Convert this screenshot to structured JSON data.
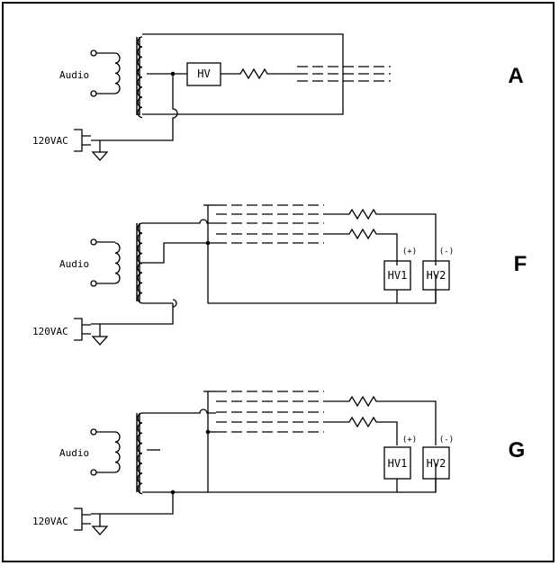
{
  "panels": [
    {
      "id": "A",
      "label": "A",
      "audio_label": "Audio",
      "mains_label": "120VAC",
      "hv_label": "HV"
    },
    {
      "id": "F",
      "label": "F",
      "audio_label": "Audio",
      "mains_label": "120VAC",
      "hv1_label": "HV1",
      "hv2_label": "HV2",
      "pos_label": "(+)",
      "neg_label": "(-)"
    },
    {
      "id": "G",
      "label": "G",
      "audio_label": "Audio",
      "mains_label": "120VAC",
      "hv1_label": "HV1",
      "hv2_label": "HV2",
      "pos_label": "(+)",
      "neg_label": "(-)"
    }
  ],
  "line_color": "#000000"
}
